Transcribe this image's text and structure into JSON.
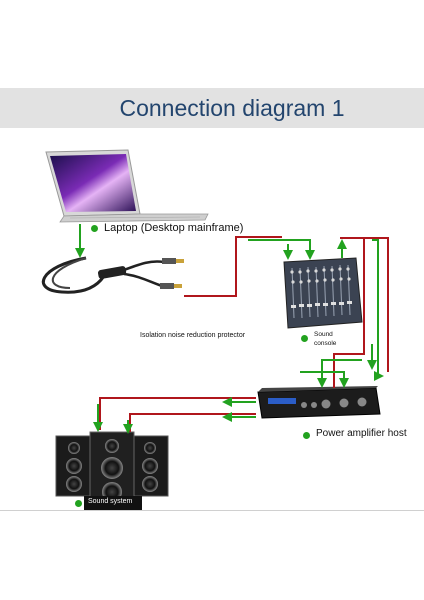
{
  "title": "Connection diagram 1",
  "labels": {
    "laptop": "Laptop (Desktop mainframe)",
    "protector": "Isolation noise reduction protector",
    "console_line1": "Sound",
    "console_line2": "console",
    "amplifier": "Power amplifier host",
    "speakers": "Sound system"
  },
  "colors": {
    "signal_green": "#22a21f",
    "cable_red": "#b0161c",
    "title_text": "#23456e",
    "title_bar": "#e2e2e2"
  },
  "icons": [
    "laptop-icon",
    "cable-icon",
    "mixer-icon",
    "amplifier-icon",
    "speaker-icon",
    "arrow-icon"
  ]
}
